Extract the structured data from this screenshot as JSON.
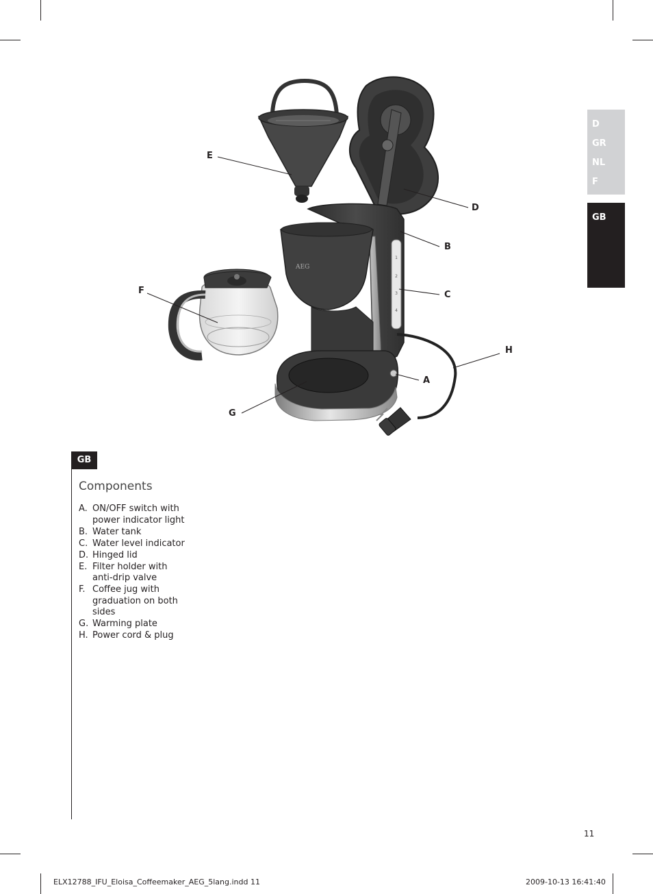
{
  "language_tabs": {
    "inactive": [
      "D",
      "GR",
      "NL",
      "F"
    ],
    "active": "GB"
  },
  "callouts": {
    "A": "A",
    "B": "B",
    "C": "C",
    "D": "D",
    "E": "E",
    "F": "F",
    "G": "G",
    "H": "H"
  },
  "brand_mark": "AEG",
  "section_badge": "GB",
  "section_title": "Components",
  "components": [
    {
      "letter": "A.",
      "text": "ON/OFF switch with power indicator light"
    },
    {
      "letter": "B.",
      "text": "Water tank"
    },
    {
      "letter": "C.",
      "text": "Water level indicator"
    },
    {
      "letter": "D.",
      "text": "Hinged lid"
    },
    {
      "letter": "E.",
      "text": "Filter holder with anti-drip valve"
    },
    {
      "letter": "F.",
      "text": "Coffee jug with graduation on both sides"
    },
    {
      "letter": "G.",
      "text": "Warming plate"
    },
    {
      "letter": "H.",
      "text": "Power cord & plug"
    }
  ],
  "page_number": "11",
  "footer": {
    "file": "ELX12788_IFU_Eloisa_Coffeemaker_AEG_5lang.indd   11",
    "date": "2009-10-13   16:41:40"
  },
  "colors": {
    "ink": "#231f20",
    "tab_inactive": "#d1d2d4",
    "appliance_body": "#3a3a3a",
    "chrome": "#b9b9b9"
  }
}
